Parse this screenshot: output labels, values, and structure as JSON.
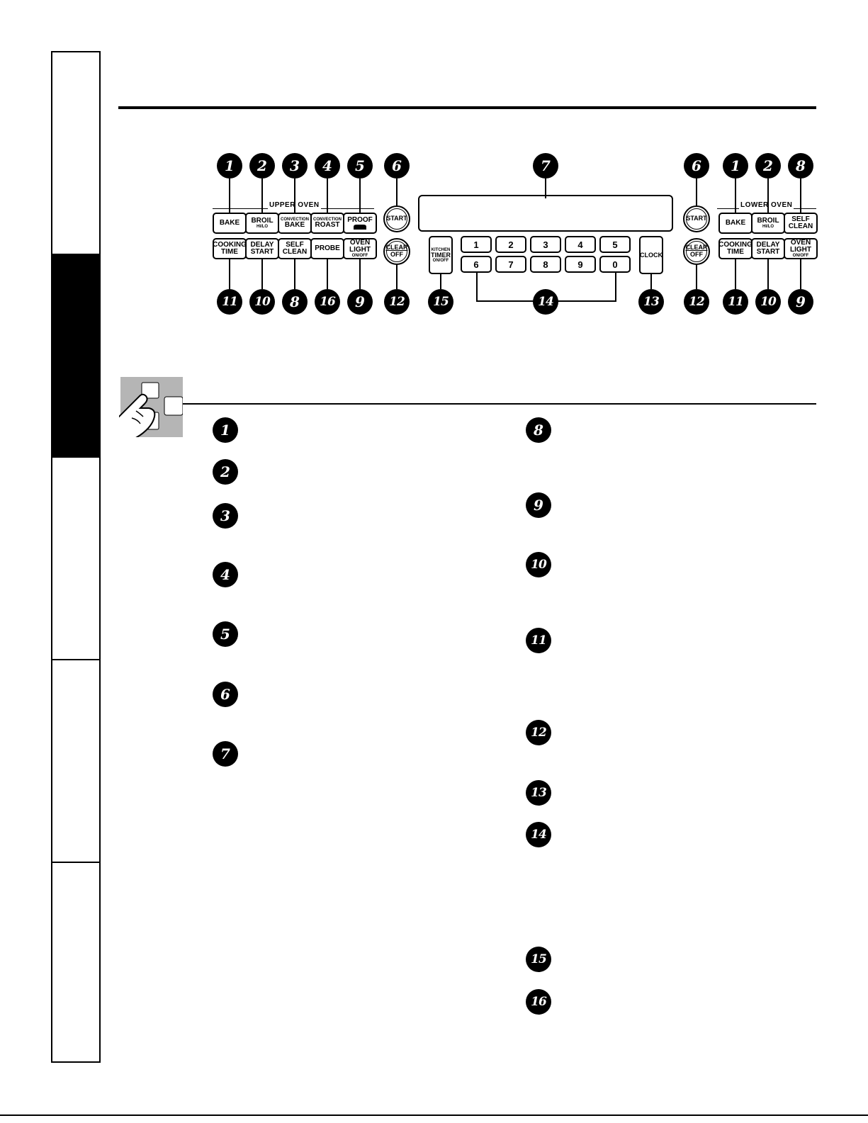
{
  "upper_oven": {
    "label": "UPPER OVEN",
    "row1": [
      {
        "id": "1",
        "main": "BAKE",
        "sub": ""
      },
      {
        "id": "2",
        "main": "BROIL",
        "sub": "HI/LO"
      },
      {
        "id": "3",
        "top": "CONVECTION",
        "main": "BAKE"
      },
      {
        "id": "4",
        "top": "CONVECTION",
        "main": "ROAST"
      },
      {
        "id": "5",
        "main": "PROOF",
        "sub": ""
      }
    ],
    "row2": [
      {
        "id": "11",
        "line1": "COOKING",
        "line2": "TIME"
      },
      {
        "id": "10",
        "line1": "DELAY",
        "line2": "START"
      },
      {
        "id": "8",
        "line1": "SELF",
        "line2": "CLEAN"
      },
      {
        "id": "16",
        "line1": "PROBE",
        "line2": ""
      },
      {
        "id": "9",
        "line1": "OVEN",
        "line2": "LIGHT",
        "sub": "ON/OFF"
      }
    ]
  },
  "lower_oven": {
    "label": "LOWER OVEN",
    "row1": [
      {
        "id": "1",
        "main": "BAKE"
      },
      {
        "id": "2",
        "main": "BROIL",
        "sub": "HI/LO"
      },
      {
        "id": "8",
        "line1": "SELF",
        "line2": "CLEAN"
      }
    ],
    "row2": [
      {
        "id": "11",
        "line1": "COOKING",
        "line2": "TIME"
      },
      {
        "id": "10",
        "line1": "DELAY",
        "line2": "START"
      },
      {
        "id": "9",
        "line1": "OVEN",
        "line2": "LIGHT",
        "sub": "ON/OFF"
      }
    ]
  },
  "round_buttons": {
    "start": "START",
    "clear_top": "CLEAR",
    "clear_bottom": "OFF"
  },
  "kitchen_timer": {
    "line1": "KITCHEN",
    "line2": "TIMER",
    "line3": "ON/OFF"
  },
  "keypad": [
    "1",
    "2",
    "3",
    "4",
    "5",
    "6",
    "7",
    "8",
    "9",
    "0"
  ],
  "clock": "CLOCK",
  "callouts_top": [
    "1",
    "2",
    "3",
    "4",
    "5",
    "6",
    "7",
    "6",
    "1",
    "2",
    "8"
  ],
  "callouts_bottom": [
    "11",
    "10",
    "8",
    "16",
    "9",
    "12",
    "15",
    "14",
    "13",
    "12",
    "11",
    "10",
    "9"
  ],
  "legend_left": [
    "1",
    "2",
    "3",
    "4",
    "5",
    "6",
    "7"
  ],
  "legend_right": [
    "8",
    "9",
    "10",
    "11",
    "12",
    "13",
    "14",
    "15",
    "16"
  ]
}
